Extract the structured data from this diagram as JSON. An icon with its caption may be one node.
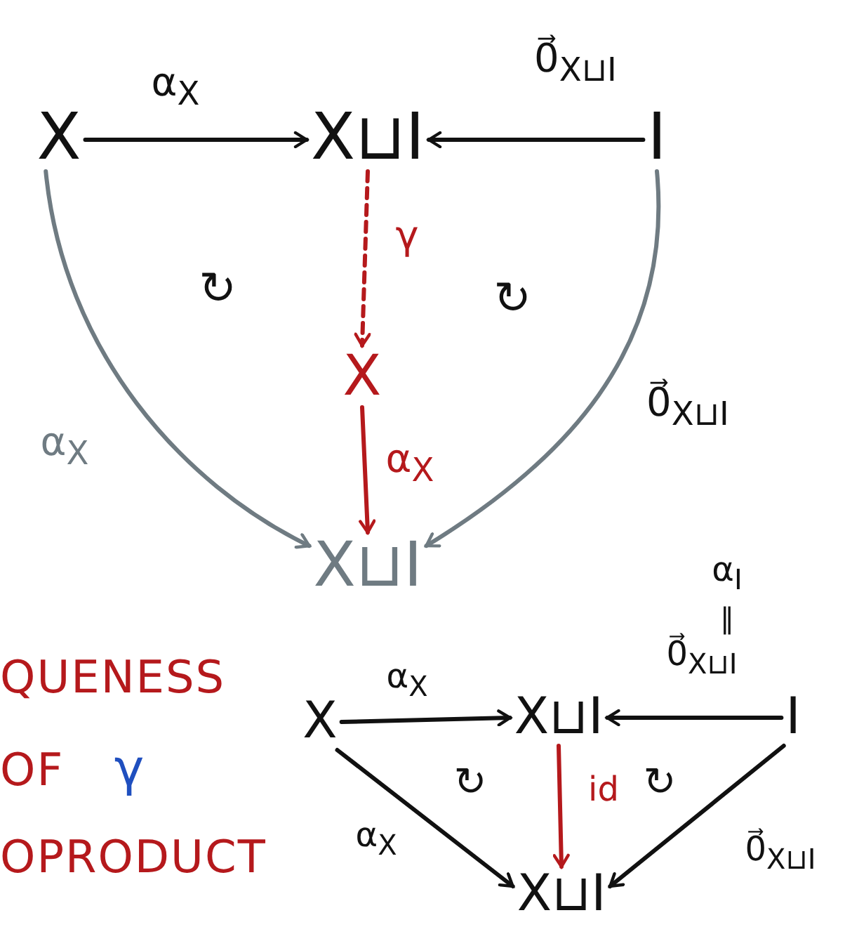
{
  "diagram": {
    "nodes": [
      {
        "text": [
          "X"
        ]
      },
      {
        "text": [
          "X⊔I"
        ]
      },
      {
        "text": [
          "I"
        ]
      },
      {
        "text": [
          "X"
        ]
      },
      {
        "text": [
          "X⊔I"
        ]
      },
      {
        "text": [
          "X"
        ]
      },
      {
        "text": [
          "X⊔I"
        ]
      },
      {
        "text": [
          "I"
        ]
      },
      {
        "text": [
          "X⊔I"
        ]
      }
    ],
    "edges": [
      {
        "from": 0,
        "to": 1,
        "arrow": "to",
        "label": "α$_{X}$"
      },
      {
        "from": 2,
        "to": 1,
        "arrow": "to",
        "label": "0⃗$_{X⊔I}$"
      },
      {
        "from": 1,
        "to": 3,
        "arrow": "to",
        "label": "γ",
        "style": "dashed",
        "color": "#b5191c"
      },
      {
        "from": 3,
        "to": 4,
        "arrow": "to",
        "label": "α$_{X}$",
        "color": "#b5191c"
      },
      {
        "from": 0,
        "to": 4,
        "arrow": "to",
        "label": "α$_{X}$",
        "color": "#6f7b82"
      },
      {
        "from": 2,
        "to": 4,
        "arrow": "to",
        "label": "0⃗$_{X⊔I}$",
        "color": "#6f7b82"
      },
      {
        "from": 5,
        "to": 6,
        "arrow": "to",
        "label": "α$_{X}$"
      },
      {
        "from": 7,
        "to": 6,
        "arrow": "to",
        "label": "0⃗$_{X⊔I}$"
      },
      {
        "from": 6,
        "to": 8,
        "arrow": "to",
        "label": "id",
        "color": "#b5191c"
      },
      {
        "from": 5,
        "to": 8,
        "arrow": "to",
        "label": "α$_{X}$"
      },
      {
        "from": 7,
        "to": 8,
        "arrow": "to",
        "label": "0⃗$_{X⊔I}$"
      }
    ],
    "labels": [
      "↻",
      "↻",
      "α$_{I}$",
      "‖",
      "QUENESS",
      "OF",
      "γ",
      "OPRODUCT",
      "↻",
      "↻"
    ]
  }
}
